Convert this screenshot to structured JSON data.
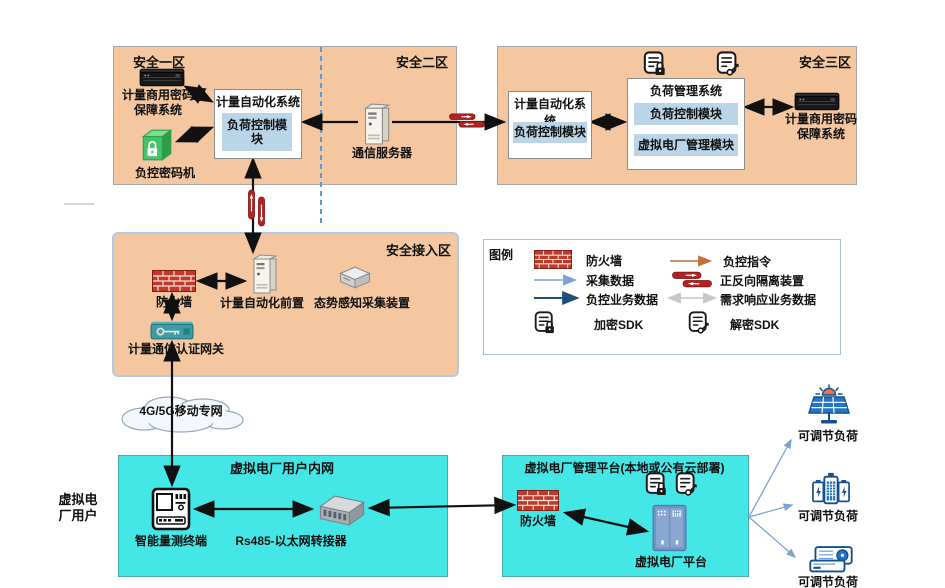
{
  "diagram": {
    "zones": {
      "zone1_label": "安全一区",
      "zone2_label": "安全二区",
      "zone3_label": "安全三区",
      "access_label": "安全接入区",
      "intranet_title": "虚拟电厂用户内网",
      "mgmt_title": "虚拟电厂管理平台(本地或公有云部署)"
    },
    "zone1": {
      "crypto_system": "计量商用密码保障系统",
      "mas_title": "计量自动化系统",
      "load_module": "负荷控制模块",
      "cipher_machine": "负控密码机"
    },
    "zone2": {
      "comm_server": "通信服务器"
    },
    "zone3": {
      "mas_title": "计量自动化系统",
      "mas_load_module": "负荷控制模块",
      "lms_title": "负荷管理系统",
      "lms_load_module": "负荷控制模块",
      "lms_vpp_module": "虚拟电厂管理模块",
      "crypto_system": "计量商用密码保障系统"
    },
    "access": {
      "firewall": "防火墙",
      "frontend": "计量自动化前置",
      "sensing": "态势感知采集装置",
      "gateway": "计量通信认证网关"
    },
    "network": {
      "cloud": "4G/5G移动专网"
    },
    "user": {
      "label": "虚拟电厂用户",
      "terminal": "智能量测终端",
      "adapter": "Rs485-以太网转接器"
    },
    "mgmt": {
      "firewall": "防火墙",
      "platform": "虚拟电厂平台"
    },
    "loads": [
      {
        "label": "可调节负荷"
      },
      {
        "label": "可调节负荷"
      },
      {
        "label": "可调节负荷"
      }
    ],
    "legend": {
      "title": "图例",
      "firewall": "防火墙",
      "load_cmd": "负控指令",
      "collect_data": "采集数据",
      "isolation": "正反向隔离装置",
      "load_biz": "负控业务数据",
      "demand_biz": "需求响应业务数据",
      "encrypt_sdk": "加密SDK",
      "decrypt_sdk": "解密SDK"
    },
    "colors": {
      "zone_fill": "#F4C7A1",
      "cyan_fill": "#45E6E6",
      "module_fill": "#BAD4E8",
      "firewall_red": "#C0392B",
      "isolation_red": "#B22222",
      "collect_blue": "#7BA2D0",
      "biz_navy": "#1F4E79",
      "cmd_orange": "#C0703C",
      "demand_grey": "#C6C6C6",
      "load_icon_blue": "#1B6CB0",
      "divider_blue": "#5B9BD5"
    }
  }
}
